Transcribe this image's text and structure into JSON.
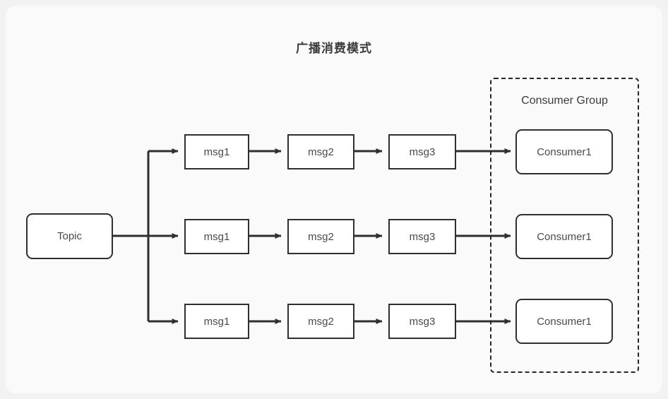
{
  "page": {
    "title": "广播消费模式",
    "background_color": "#f2f2f2",
    "card_color": "#fafafa",
    "stroke_color": "#2f2f2f",
    "text_color": "#4a4a4a"
  },
  "source": {
    "label": "Topic"
  },
  "group": {
    "label": "Consumer Group"
  },
  "rows": [
    {
      "messages": [
        {
          "label": "msg1"
        },
        {
          "label": "msg2"
        },
        {
          "label": "msg3"
        }
      ],
      "consumer": {
        "label": "Consumer1"
      }
    },
    {
      "messages": [
        {
          "label": "msg1"
        },
        {
          "label": "msg2"
        },
        {
          "label": "msg3"
        }
      ],
      "consumer": {
        "label": "Consumer1"
      }
    },
    {
      "messages": [
        {
          "label": "msg1"
        },
        {
          "label": "msg2"
        },
        {
          "label": "msg3"
        }
      ],
      "consumer": {
        "label": "Consumer1"
      }
    }
  ]
}
